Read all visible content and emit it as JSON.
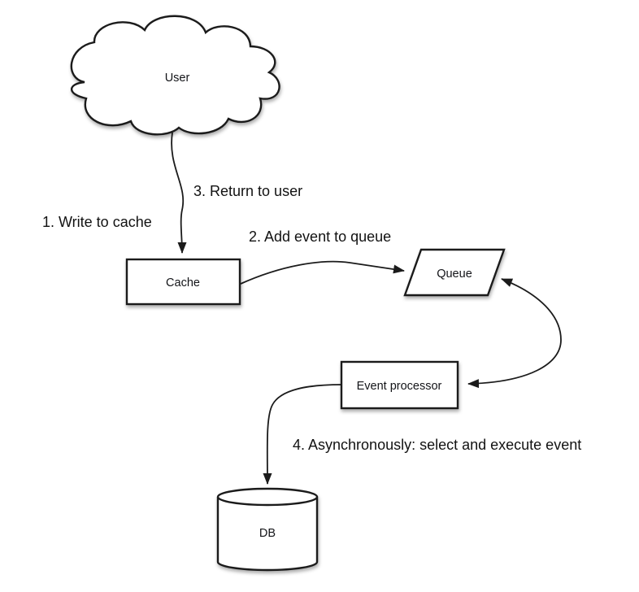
{
  "diagram": {
    "background_color": "#ffffff",
    "stroke_color": "#1b1b1b",
    "shape_fill_color": "#ffffff",
    "nodes": {
      "user": {
        "label": "User",
        "shape": "cloud"
      },
      "cache": {
        "label": "Cache",
        "shape": "rectangle"
      },
      "queue": {
        "label": "Queue",
        "shape": "parallelogram"
      },
      "event_processor": {
        "label": "Event processor",
        "shape": "rectangle"
      },
      "db": {
        "label": "DB",
        "shape": "cylinder"
      }
    },
    "annotations": {
      "step1": "1. Write to cache",
      "step2": "2. Add event to queue",
      "step3": "3. Return to user",
      "step4": "4. Asynchronously: select and execute event"
    },
    "edges": [
      {
        "from": "user",
        "to": "cache",
        "style": "arrow"
      },
      {
        "from": "cache",
        "to": "queue",
        "style": "arrow"
      },
      {
        "from": "queue",
        "to": "event_processor",
        "style": "double-arrow"
      },
      {
        "from": "event_processor",
        "to": "db",
        "style": "arrow"
      }
    ]
  }
}
